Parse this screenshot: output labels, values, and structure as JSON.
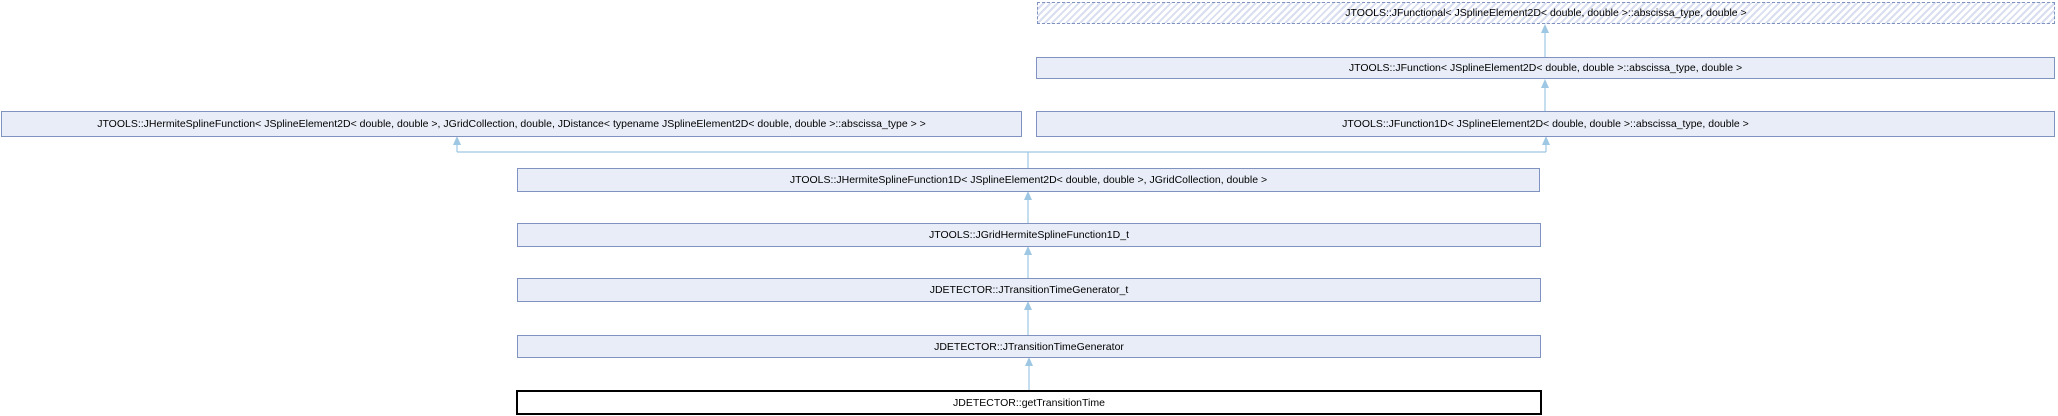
{
  "diagram": {
    "kind": "class-inheritance-diagram",
    "target_class": "JDETECTOR::getTransitionTime",
    "colors": {
      "node_fill": "#e9edf7",
      "node_border": "#8093c0",
      "hatch_stripe": "#d9def0",
      "arrow": "#9ec7e4",
      "target_border": "#000000",
      "text": "#000000"
    },
    "nodes": [
      {
        "id": "jfunctional",
        "label": "JTOOLS::JFunctional< JSplineElement2D< double, double >::abscissa_type, double >",
        "style": "dashed-hatched"
      },
      {
        "id": "jfunction",
        "label": "JTOOLS::JFunction< JSplineElement2D< double, double >::abscissa_type, double >",
        "style": "solid"
      },
      {
        "id": "jhermitesplinefunction",
        "label": "JTOOLS::JHermiteSplineFunction< JSplineElement2D< double, double >, JGridCollection, double, JDistance< typename JSplineElement2D< double, double >::abscissa_type > >",
        "style": "solid"
      },
      {
        "id": "jfunction1d",
        "label": "JTOOLS::JFunction1D< JSplineElement2D< double, double >::abscissa_type, double >",
        "style": "solid"
      },
      {
        "id": "jhermitesplinefunction1d",
        "label": "JTOOLS::JHermiteSplineFunction1D< JSplineElement2D< double, double >, JGridCollection, double >",
        "style": "solid"
      },
      {
        "id": "jgridhermitesplinefunction1d_t",
        "label": "JTOOLS::JGridHermiteSplineFunction1D_t",
        "style": "solid"
      },
      {
        "id": "jtransitiontimegenerator_t",
        "label": "JDETECTOR::JTransitionTimeGenerator_t",
        "style": "solid"
      },
      {
        "id": "jtransitiontimegenerator",
        "label": "JDETECTOR::JTransitionTimeGenerator",
        "style": "solid"
      },
      {
        "id": "gettransitiontime",
        "label": "JDETECTOR::getTransitionTime",
        "style": "target-black-border"
      }
    ],
    "edges": [
      {
        "from": "jfunction",
        "to": "jfunctional"
      },
      {
        "from": "jfunction1d",
        "to": "jfunction"
      },
      {
        "from": "jhermitesplinefunction1d",
        "to": "jhermitesplinefunction"
      },
      {
        "from": "jhermitesplinefunction1d",
        "to": "jfunction1d"
      },
      {
        "from": "jgridhermitesplinefunction1d_t",
        "to": "jhermitesplinefunction1d"
      },
      {
        "from": "jtransitiontimegenerator_t",
        "to": "jgridhermitesplinefunction1d_t"
      },
      {
        "from": "jtransitiontimegenerator",
        "to": "jtransitiontimegenerator_t"
      },
      {
        "from": "gettransitiontime",
        "to": "jtransitiontimegenerator"
      }
    ]
  }
}
